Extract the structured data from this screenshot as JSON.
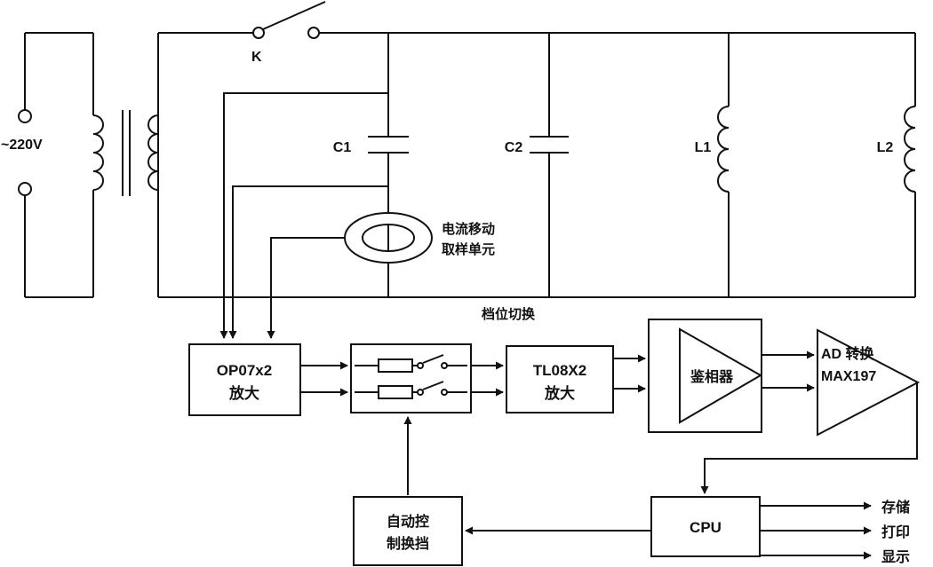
{
  "canvas": {
    "background": "#ffffff",
    "line_color": "#111111"
  },
  "diagram": {
    "power_source": {
      "label": "~220V"
    },
    "switch": {
      "label": "K"
    },
    "capacitors": [
      {
        "label": "C1"
      },
      {
        "label": "C2"
      }
    ],
    "inductors": [
      {
        "label": "L1"
      },
      {
        "label": "L2"
      }
    ],
    "current_sampler": {
      "label_line1": "电流移动",
      "label_line2": "取样单元"
    },
    "range_switch_label": "档位切换",
    "blocks": {
      "preamp": {
        "line1": "OP07x2",
        "line2": "放大"
      },
      "amp2": {
        "line1": "TL08X2",
        "line2": "放大"
      },
      "phase_detector": {
        "label": "鉴相器"
      },
      "adc": {
        "line1": "AD 转换",
        "line2": "MAX197"
      },
      "cpu": {
        "label": "CPU"
      },
      "auto_control": {
        "line1": "自动控",
        "line2": "制换挡"
      }
    },
    "cpu_outputs": [
      {
        "label": "存储"
      },
      {
        "label": "打印"
      },
      {
        "label": "显示"
      }
    ]
  }
}
